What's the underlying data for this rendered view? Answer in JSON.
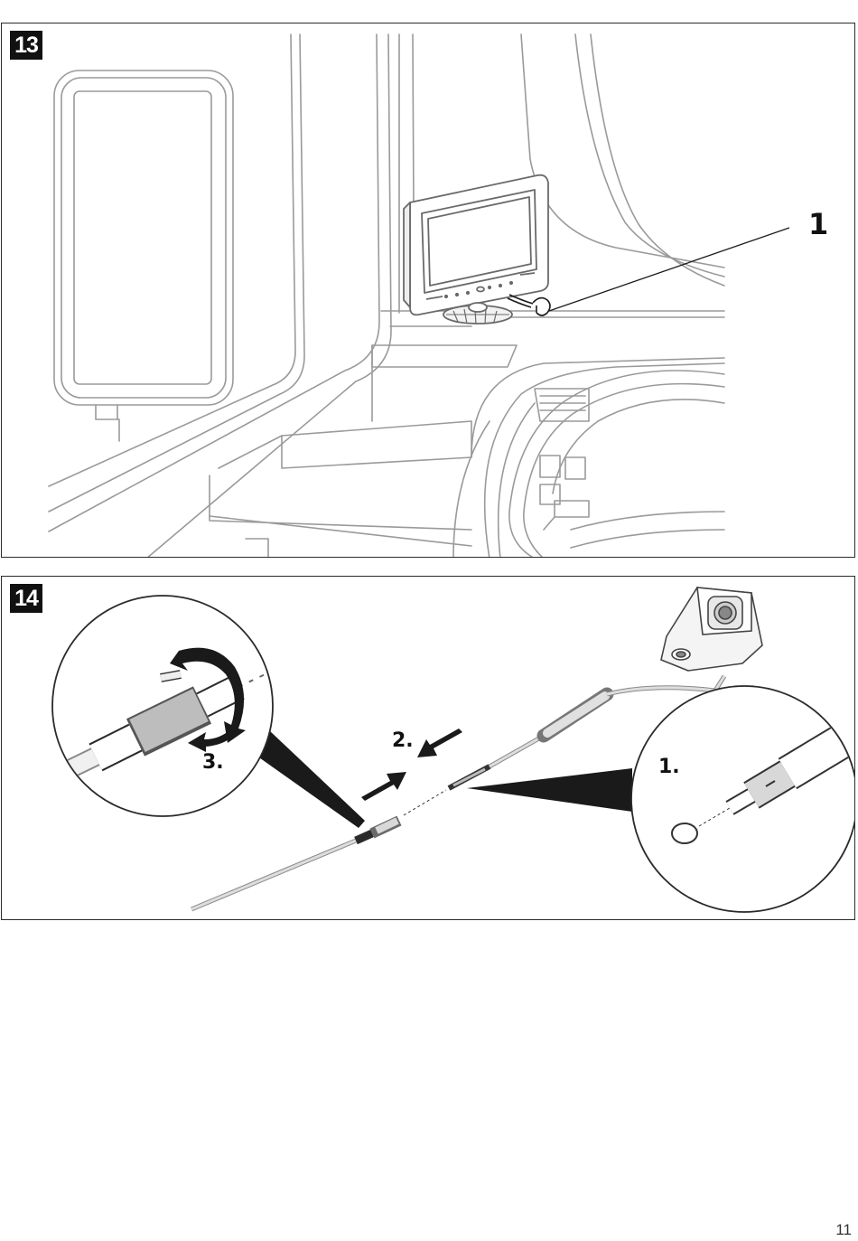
{
  "figures": [
    {
      "number": "13",
      "callouts": [
        "1"
      ]
    },
    {
      "number": "14",
      "steps": [
        "1.",
        "2.",
        "3."
      ]
    }
  ],
  "page_number": "11",
  "colors": {
    "line": "#8a8a8a",
    "dark": "#1a1a1a",
    "badge": "#111111"
  },
  "icons": [
    "rotate-arrow-icon",
    "push-arrow-icon"
  ]
}
